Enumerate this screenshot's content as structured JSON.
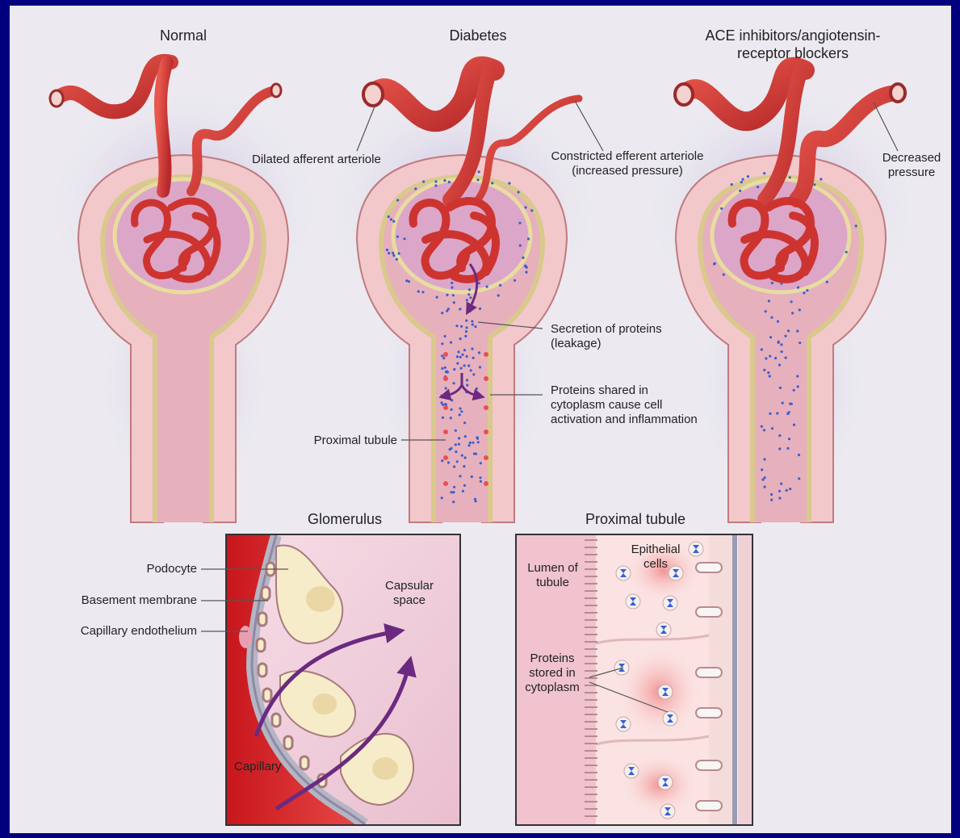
{
  "panels": {
    "normal": "Normal",
    "diabetes": "Diabetes",
    "ace_line1": "ACE inhibitors/angiotensin-",
    "ace_line2": "receptor blockers"
  },
  "labels": {
    "dilated_afferent": "Dilated afferent arteriole",
    "constricted_line1": "Constricted efferent arteriole",
    "constricted_line2": "(increased pressure)",
    "decreased_line1": "Decreased",
    "decreased_line2": "pressure",
    "secretion_line1": "Secretion of proteins",
    "secretion_line2": "(leakage)",
    "proteins_shared_line1": "Proteins shared in",
    "proteins_shared_line2": "cytoplasm cause cell",
    "proteins_shared_line3": "activation and inflammation",
    "proximal_tubule": "Proximal tubule"
  },
  "insets": {
    "glomerulus_title": "Glomerulus",
    "tubule_title": "Proximal tubule",
    "podocyte": "Podocyte",
    "basement_membrane": "Basement membrane",
    "capillary_endothelium": "Capillary endothelium",
    "capsular_line1": "Capsular",
    "capsular_line2": "space",
    "capillary": "Capillary",
    "lumen_line1": "Lumen of",
    "lumen_line2": "tubule",
    "epithelial_line1": "Epithelial",
    "epithelial_line2": "cells",
    "stored_line1": "Proteins",
    "stored_line2": "stored in",
    "stored_line3": "cytoplasm"
  },
  "colors": {
    "background": "#00007f",
    "vessel_red": "#d8423a",
    "nephron_pink": "#f1c9cc",
    "protein_blue": "#3a5fd0",
    "arrow_purple": "#6b2a80"
  }
}
